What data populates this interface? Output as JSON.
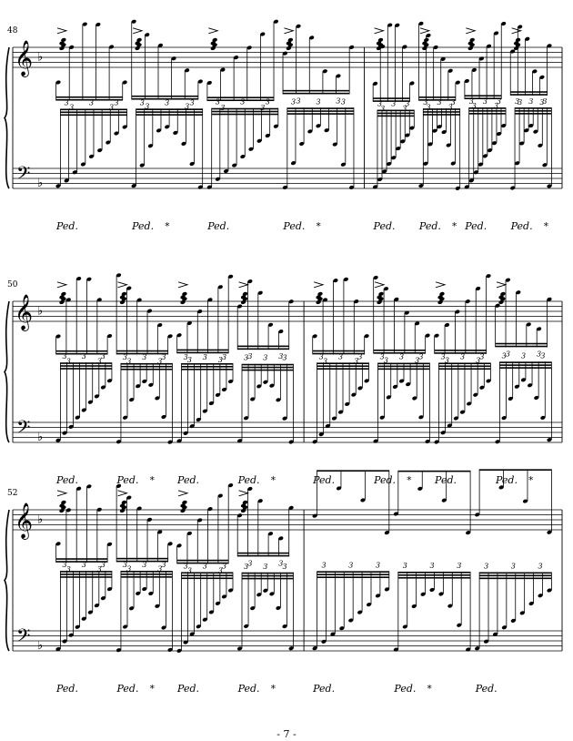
{
  "page": {
    "number_label": "- 7 -"
  },
  "systems": [
    {
      "id": "system-1",
      "first_measure": "48",
      "measure_count": 2,
      "barline_fractions": [
        0.0,
        0.64,
        1.0
      ]
    },
    {
      "id": "system-2",
      "first_measure": "50",
      "measure_count": 2,
      "barline_fractions": [
        0.0,
        0.53,
        1.0
      ]
    },
    {
      "id": "system-3",
      "first_measure": "52",
      "measure_count": 2,
      "barline_fractions": [
        0.0,
        0.53,
        1.0
      ]
    }
  ],
  "notation": {
    "clefs": {
      "upper": "treble",
      "lower": "bass"
    },
    "key_signature": "one flat",
    "pedal_mark": "Ped.",
    "pedal_release": "*",
    "tuplet_label": "3"
  }
}
